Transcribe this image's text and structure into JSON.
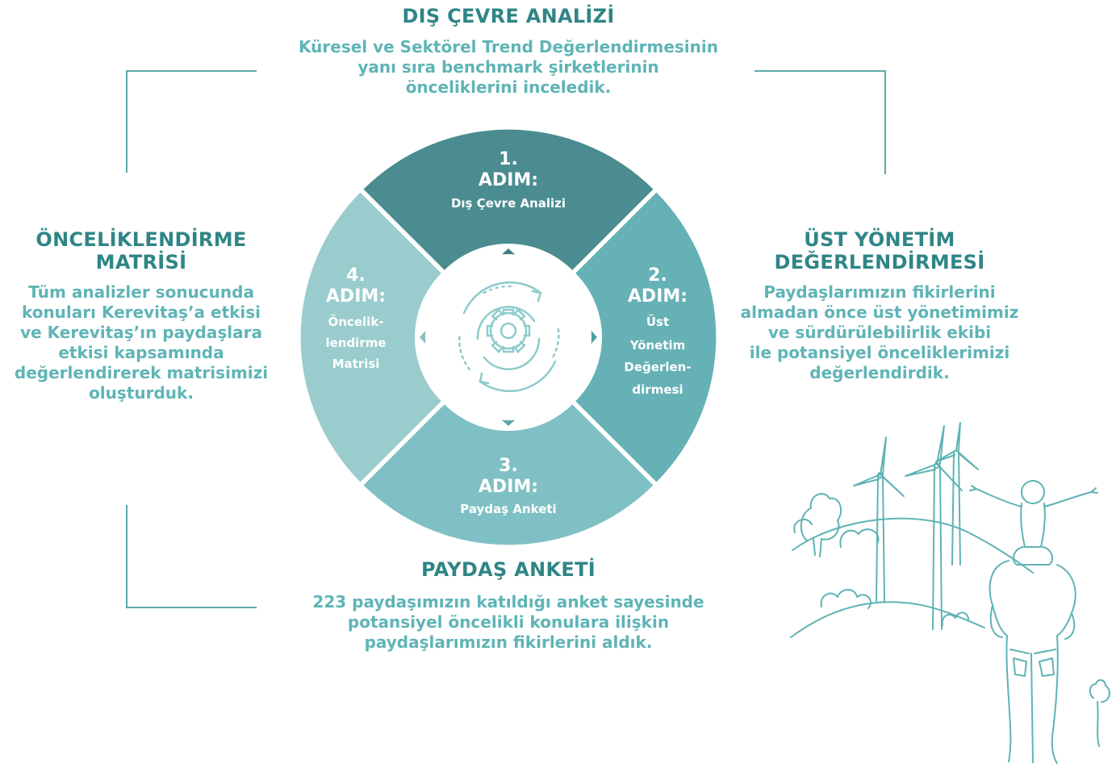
{
  "top": {
    "title": "DIŞ ÇEVRE ANALİZİ",
    "lines": [
      "Küresel ve Sektörel Trend Değerlendirmesinin",
      "yanı sıra benchmark şirketlerinin",
      "önceliklerini inceledik."
    ]
  },
  "left": {
    "title_lines": [
      "ÖNCELİKLENDİRME",
      "MATRİSİ"
    ],
    "lines": [
      "Tüm analizler sonucunda",
      "konuları Kerevitaş’a etkisi",
      "ve Kerevitaş’ın paydaşlara",
      "etkisi kapsamında",
      "değerlendirerek matrisimizi",
      "oluşturduk."
    ]
  },
  "right": {
    "title_lines": [
      "ÜST YÖNETİM",
      "DEĞERLENDİRMESİ"
    ],
    "lines": [
      "Paydaşlarımızın fikirlerini",
      "almadan önce üst yönetimimiz",
      "ve sürdürülebilirlik ekibi",
      "ile potansiyel önceliklerimizi",
      "değerlendirdik."
    ]
  },
  "bottom": {
    "title": "PAYDAŞ ANKETİ",
    "lines": [
      "223 paydaşımızın katıldığı anket sayesinde",
      "potansiyel öncelikli konulara ilişkin",
      "paydaşlarımızın fikirlerini aldık."
    ]
  },
  "wheel": {
    "step1": {
      "num": "1.",
      "adim": "ADIM:",
      "label_lines": [
        "Dış Çevre Analizi"
      ]
    },
    "step2": {
      "num": "2.",
      "adim": "ADIM:",
      "label_lines": [
        "Üst",
        "Yönetim",
        "Değerlen-",
        "dirmesi"
      ]
    },
    "step3": {
      "num": "3.",
      "adim": "ADIM:",
      "label_lines": [
        "Paydaş Anketi"
      ]
    },
    "step4": {
      "num": "4.",
      "adim": "ADIM:",
      "label_lines": [
        "Öncelik-",
        "lendirme",
        "Matrisi"
      ]
    },
    "center_icon": "gear-cycle-icon"
  },
  "colors": {
    "segment1": "#4a8c8f",
    "segment2": "#65b1b6",
    "segment3": "#7fc0c4",
    "segment4": "#9acbcd",
    "heading": "#2f8586",
    "body": "#5fb4b6",
    "frame": "#5ea9ab"
  }
}
